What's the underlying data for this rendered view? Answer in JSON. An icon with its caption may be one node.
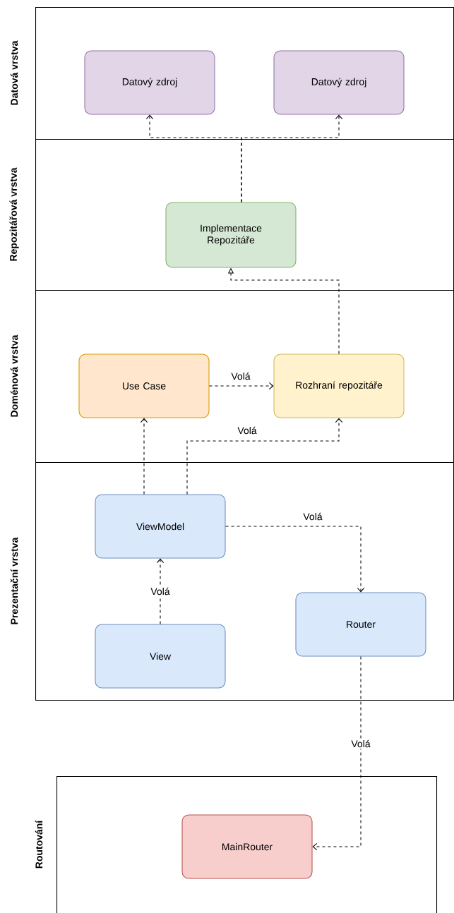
{
  "diagram": {
    "nodes": [
      {
        "text": [
          "Datová vrstva"
        ]
      },
      {
        "text": [
          "Datový zdroj"
        ],
        "in": 0
      },
      {
        "text": [
          "Datový zdroj"
        ],
        "in": 0
      },
      {
        "text": [
          "Repozitářová vrstva"
        ]
      },
      {
        "text": [
          "Implementace Repozitáře"
        ],
        "in": 3
      },
      {
        "text": [
          "Doménová vrstva"
        ]
      },
      {
        "text": [
          "Use Case"
        ],
        "in": 5
      },
      {
        "text": [
          "Rozhraní repozitáře"
        ],
        "in": 5
      },
      {
        "text": [
          "Prezentační vrstva"
        ]
      },
      {
        "text": [
          "ViewModel"
        ],
        "in": 8
      },
      {
        "text": [
          "Router"
        ],
        "in": 8
      },
      {
        "text": [
          "View"
        ],
        "in": 8
      },
      {
        "text": [
          "Routování"
        ]
      },
      {
        "text": [
          "MainRouter"
        ],
        "in": 12
      }
    ],
    "edges": [
      {
        "from": 4,
        "to": 1,
        "arrow": "to",
        "style": "dashed"
      },
      {
        "from": 4,
        "to": 2,
        "arrow": "to",
        "style": "dashed"
      },
      {
        "from": 7,
        "to": 4,
        "arrow": "to",
        "style": "dashed"
      },
      {
        "from": 6,
        "to": 7,
        "arrow": "to",
        "style": "dashed",
        "label": "Volá"
      },
      {
        "from": 9,
        "to": 6,
        "arrow": "to",
        "style": "dashed"
      },
      {
        "from": 9,
        "to": 7,
        "arrow": "to",
        "style": "dashed",
        "label": "Volá"
      },
      {
        "from": 9,
        "to": 10,
        "arrow": "to",
        "style": "dashed",
        "label": "Volá"
      },
      {
        "from": 11,
        "to": 9,
        "arrow": "to",
        "style": "dashed",
        "label": "Volá"
      },
      {
        "from": 10,
        "to": 13,
        "arrow": "to",
        "style": "dashed",
        "label": "Volá"
      }
    ]
  }
}
